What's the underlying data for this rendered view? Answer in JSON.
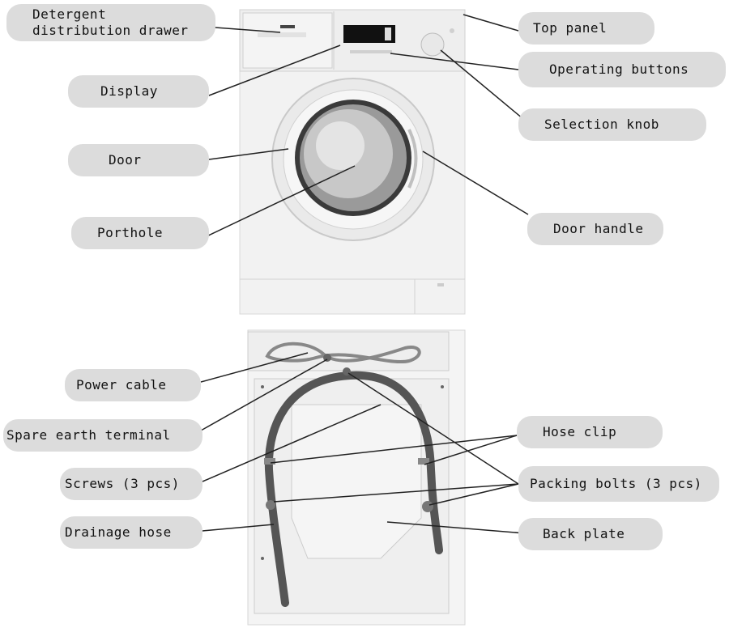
{
  "labels": {
    "detergent_drawer": "Detergent\ndistribution drawer",
    "display": "Display",
    "door": "Door",
    "porthole": "Porthole",
    "top_panel": "Top panel",
    "operating_buttons": "Operating buttons",
    "selection_knob": "Selection knob",
    "door_handle": "Door handle",
    "power_cable": "Power cable",
    "spare_earth_terminal": "Spare earth terminal",
    "screws": "Screws (3 pcs)",
    "drainage_hose": "Drainage hose",
    "hose_clip": "Hose clip",
    "packing_bolts": "Packing bolts (3 pcs)",
    "back_plate": "Back plate"
  },
  "colors": {
    "label_bg": "#dcdcdc",
    "leader_line": "#222222",
    "machine_body": "#f1f1f1",
    "hose": "#555555"
  }
}
